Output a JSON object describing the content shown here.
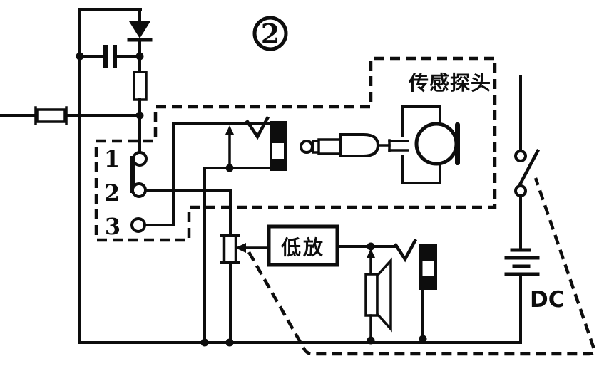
{
  "figure": {
    "number": "2"
  },
  "labels": {
    "figure_number": "2",
    "sensor_probe": "传感探头",
    "amplifier": "低放",
    "power_supply": "DC",
    "plug_terminal_1": "1",
    "plug_terminal_2": "2",
    "plug_terminal_3": "3"
  },
  "colors": {
    "ink": "#0d0d0d",
    "background": "#ffffff"
  },
  "components": [
    {
      "name": "detector-diode"
    },
    {
      "name": "bypass-capacitor"
    },
    {
      "name": "series-resistor"
    },
    {
      "name": "probe-input-resistor"
    },
    {
      "name": "plug-terminal-block"
    },
    {
      "name": "monitor-earphone-jack"
    },
    {
      "name": "volume-potentiometer"
    },
    {
      "name": "low-frequency-amplifier"
    },
    {
      "name": "external-earphone-jack"
    },
    {
      "name": "speaker"
    },
    {
      "name": "sensor-phone-plug"
    },
    {
      "name": "sensor-microphone-head"
    },
    {
      "name": "power-switch"
    },
    {
      "name": "dc-battery"
    },
    {
      "name": "sensor-probe-dashed-enclosure"
    },
    {
      "name": "pot-switch-mechanical-link"
    }
  ]
}
